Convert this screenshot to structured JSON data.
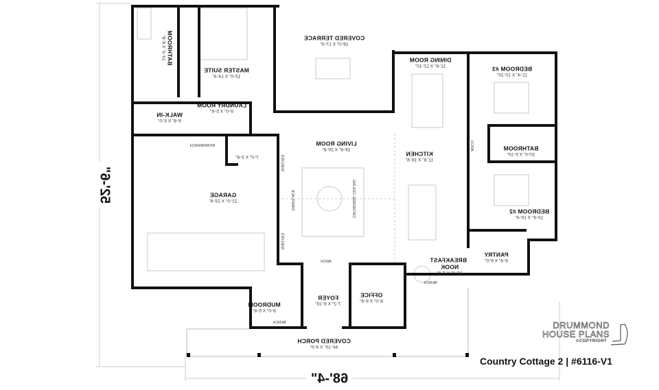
{
  "rooms": {
    "bathroom_master": {
      "name": "BATHROOM",
      "size": "14'-4\" X 8'-8\""
    },
    "master_suite": {
      "name": "MASTER SUITE",
      "size": "13'-0\" X 14'-4\""
    },
    "covered_terrace": {
      "name": "COVERED TERRACE",
      "size": "18'-0\" X 17'-0\""
    },
    "laundry_room": {
      "name": "LAUNDRY ROOM",
      "size": "8'-0\" X 5'-6\""
    },
    "walk_in": {
      "name": "WALK-IN",
      "size": "9'-8\" X 5'-0\""
    },
    "dining_room": {
      "name": "DINING ROOM",
      "size": "11'-8\" X 12'-10\""
    },
    "bedroom_3": {
      "name": "BEDROOM #3",
      "size": "11'-4\" X 10'-10\""
    },
    "kitchen": {
      "name": "KITCHEN",
      "size": "11'-8\" X 16'-6\""
    },
    "bathroom": {
      "name": "BATHROOM",
      "size": "10'-0\" X 5'-10\""
    },
    "bedroom_2": {
      "name": "BEDROOM #2",
      "size": "13'-8\" X 10'-4\""
    },
    "pantry": {
      "name": "PANTRY",
      "size": "8'-8\" X 9'-0\""
    },
    "breakfast_nook": {
      "name": "BREAKFAST NOOK",
      "size": "10'-0\" X 7'-8\""
    },
    "living_room": {
      "name": "LIVING ROOM",
      "size": "18'-8\" X 20'-8\""
    },
    "garage": {
      "name": "GARAGE",
      "size": "22'-0\" X 23'-6\""
    },
    "storage": {
      "size": "7'-0\" X 3'-8\""
    },
    "mudroom": {
      "name": "MUDROOM",
      "size": "8'-0\" X 5'-8\""
    },
    "foyer": {
      "name": "FOYER",
      "size": "7'-2\" X 9'-10\""
    },
    "office": {
      "name": "OFFICE",
      "size": "8'-0\" X 9'-6\""
    },
    "covered_porch": {
      "name": "COVERED PORCH",
      "size": "44'-10\" X 4'-0\""
    }
  },
  "notes": {
    "arch_hall": "ARCH",
    "arch_living": "ARCH",
    "cathedral_ceiling": "CATHEDRAL CEILING",
    "fireplace": "FIREPLACE",
    "shelves_top": "SHELVES",
    "shelves_bottom": "SHELVES",
    "workbench": "WORKBENCH",
    "bench_nook": "BENCH",
    "bench_mudroom": "BENCH"
  },
  "dimensions": {
    "width": "68'-4\"",
    "depth": "52'-6\""
  },
  "logo": {
    "line1": "DRUMMOND",
    "line2": "HOUSE PLANS",
    "copyright": "©COPYRIGHT"
  },
  "title": "Country Cottage 2 | #6116-V1",
  "colors": {
    "wall": "#111111",
    "furniture": "#bbbbbb",
    "dimension_line": "#cccccc"
  }
}
